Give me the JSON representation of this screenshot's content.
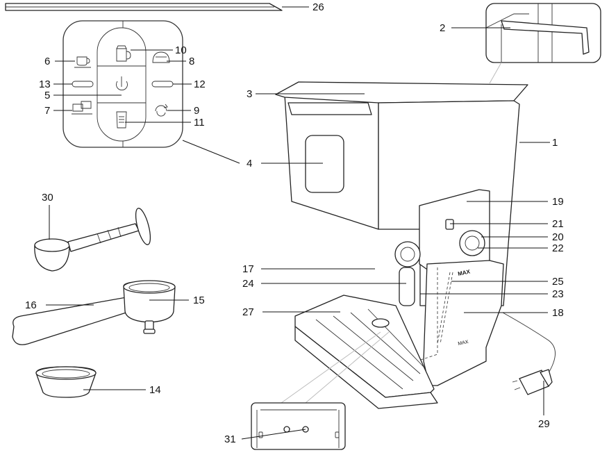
{
  "labels": {
    "l1": "1",
    "l2": "2",
    "l3": "3",
    "l4": "4",
    "l5": "5",
    "l6": "6",
    "l7": "7",
    "l8": "8",
    "l9": "9",
    "l10": "10",
    "l11": "11",
    "l12": "12",
    "l13": "13",
    "l14": "14",
    "l15": "15",
    "l16": "16",
    "l17": "17",
    "l18": "18",
    "l19": "19",
    "l20": "20",
    "l21": "21",
    "l22": "22",
    "l23": "23",
    "l24": "24",
    "l25": "25",
    "l26": "26",
    "l27": "27",
    "l29": "29",
    "l30": "30",
    "l31": "31"
  },
  "markings": {
    "max_upper": "MAX",
    "max_lower": "MAX"
  },
  "icons": {
    "panel_power": "power-icon",
    "panel_single_cup": "single-cup-icon",
    "panel_double_cup": "double-cup-icon",
    "panel_steam": "steam-icon",
    "panel_hot_water": "hot-water-icon",
    "panel_descale": "descale-icon",
    "panel_milk_jug": "milk-jug-icon",
    "panel_milk_froth": "milk-froth-icon"
  },
  "colors": {
    "line": "#222222",
    "background": "#ffffff"
  }
}
